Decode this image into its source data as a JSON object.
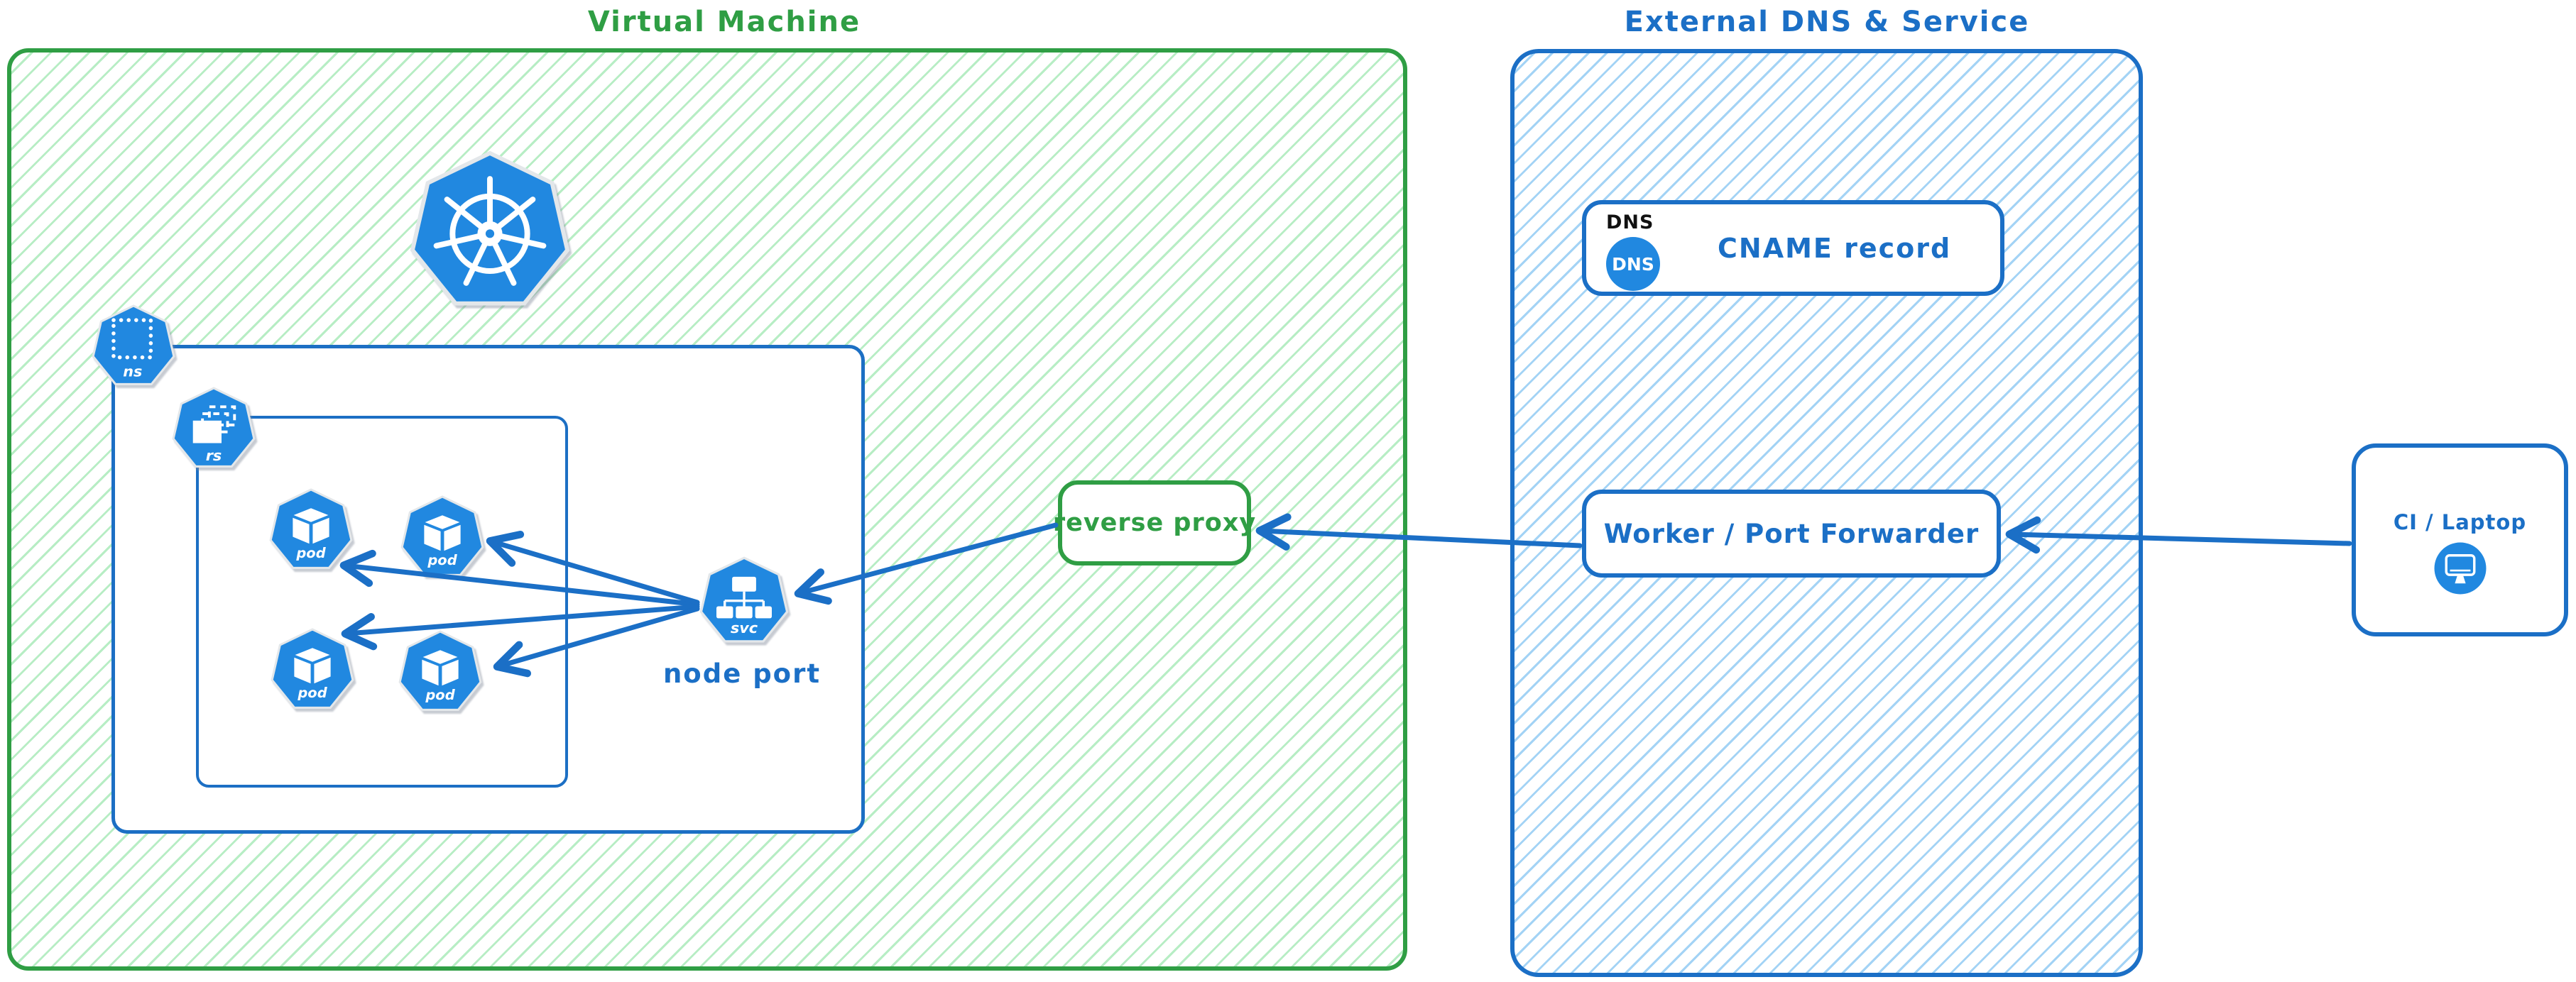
{
  "colors": {
    "green_accent": "#2f9e44",
    "green_hatch": "#b7edc4",
    "blue_accent": "#1b6fc6",
    "blue_hatch": "#a3d3f5",
    "icon_blue": "#2188e0"
  },
  "vm_zone": {
    "title": "Virtual Machine",
    "namespace": {
      "icon_label": "ns"
    },
    "replicaset": {
      "icon_label": "rs"
    },
    "pods": {
      "icon_label": "pod"
    },
    "service": {
      "icon_label": "svc",
      "caption": "node port"
    },
    "reverse_proxy": {
      "label": "reverse proxy"
    }
  },
  "dns_zone": {
    "title": "External DNS & Service",
    "cname_card": {
      "heading": "DNS",
      "badge_label": "DNS",
      "label": "CNAME record"
    },
    "worker_card": {
      "label": "Worker / Port Forwarder"
    }
  },
  "client_card": {
    "label": "CI / Laptop"
  }
}
